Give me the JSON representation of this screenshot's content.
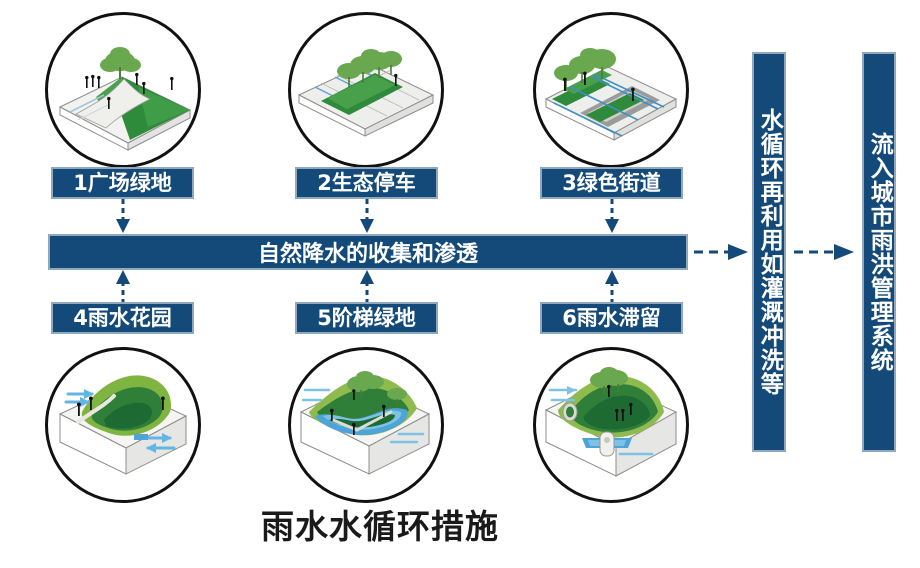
{
  "caption": "雨水水循环措施",
  "main_bar": {
    "label": "自然降水的收集和渗透"
  },
  "top_items": [
    {
      "id": 1,
      "label": "1广场绿地",
      "illustration": "plaza-green-space-illustration"
    },
    {
      "id": 2,
      "label": "2生态停车",
      "illustration": "eco-parking-illustration"
    },
    {
      "id": 3,
      "label": "3绿色街道",
      "illustration": "green-street-illustration"
    }
  ],
  "bottom_items": [
    {
      "id": 4,
      "label": "4雨水花园",
      "illustration": "rain-garden-illustration"
    },
    {
      "id": 5,
      "label": "5阶梯绿地",
      "illustration": "terraced-green-space-illustration"
    },
    {
      "id": 6,
      "label": "6雨水滞留",
      "illustration": "rainwater-retention-illustration"
    }
  ],
  "vertical_bars": [
    {
      "id": "reuse",
      "label": "水循环再利用如灌溉冲洗等"
    },
    {
      "id": "drain",
      "label": "流入城市雨洪管理系统"
    }
  ],
  "colors": {
    "bar_fill": "#144a79",
    "bar_border": "#8fa8bd",
    "bar_text": "#ffffff",
    "arrow": "#144a79",
    "circle_outline": "#111111",
    "grass_light": "#8cc152",
    "grass_mid": "#4d9a3d",
    "grass_dark": "#16673a",
    "tree_green": "#6aa84f",
    "water_blue": "#4ea3d8",
    "paving_gray": "#e8e8e6",
    "asphalt_gray": "#9b9b9b",
    "caption_text": "#1a1a1a"
  }
}
